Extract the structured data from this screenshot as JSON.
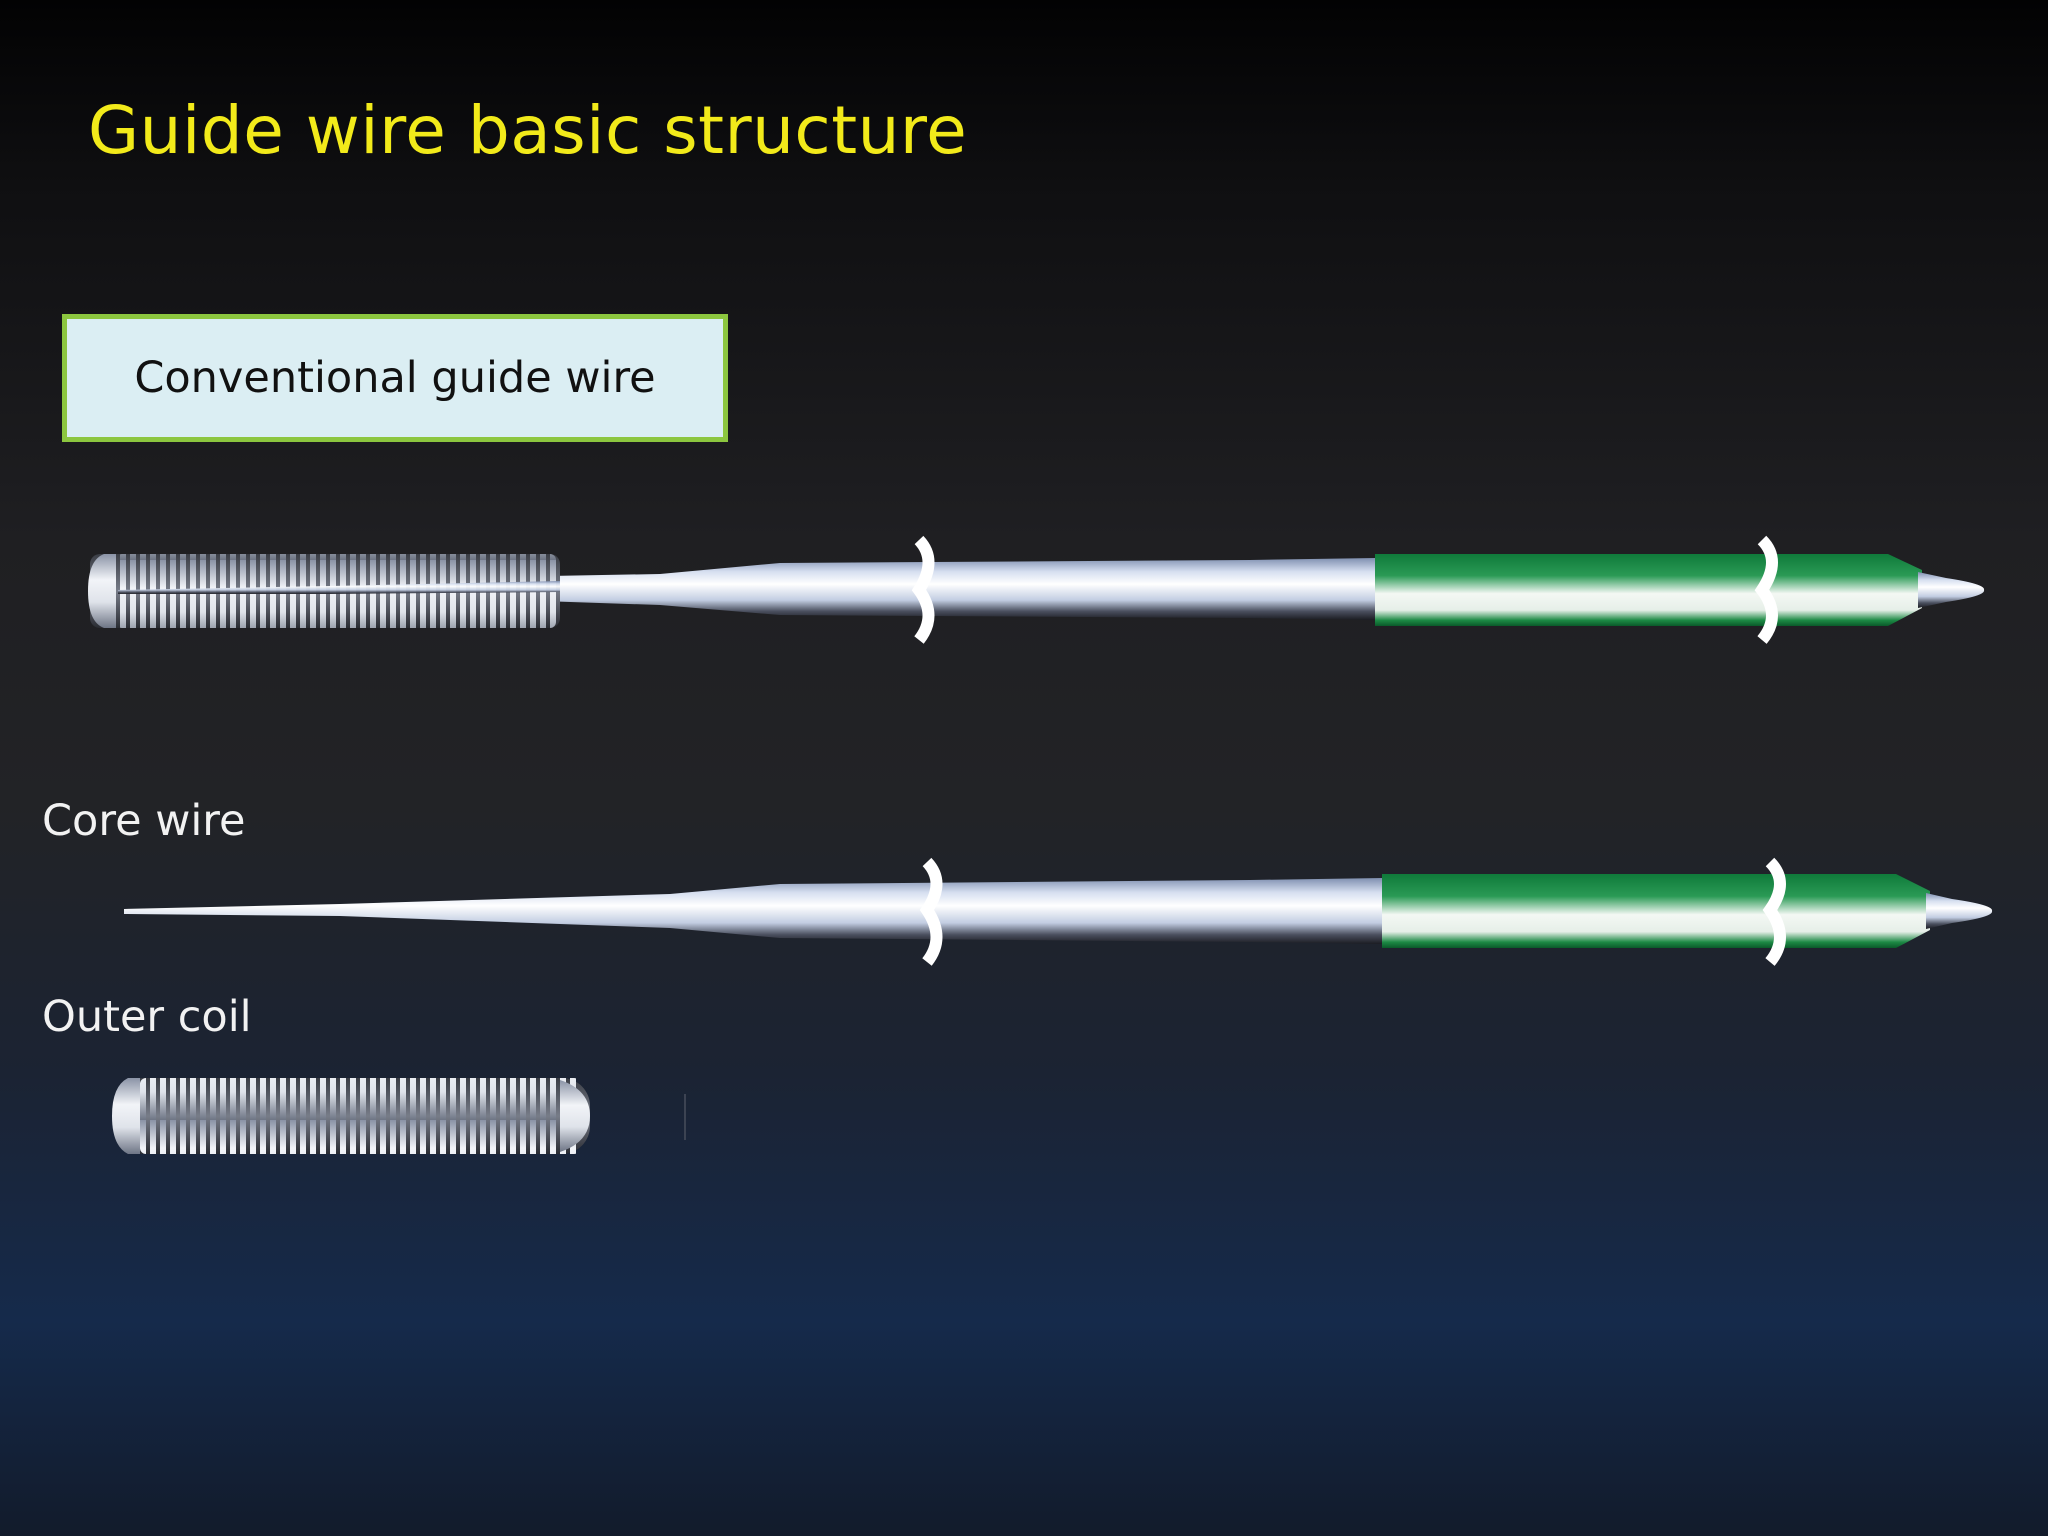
{
  "slide": {
    "title": "Guide wire basic structure",
    "box_label": "Conventional guide wire",
    "core_wire_label": "Core wire",
    "outer_coil_label": "Outer coil"
  },
  "colors": {
    "title": "#f2ea1a",
    "box_fill": "#dbeef3",
    "box_border": "#8cc63f",
    "coating_green": "#1a8a45",
    "wire_silver": "#c8d4e6"
  }
}
